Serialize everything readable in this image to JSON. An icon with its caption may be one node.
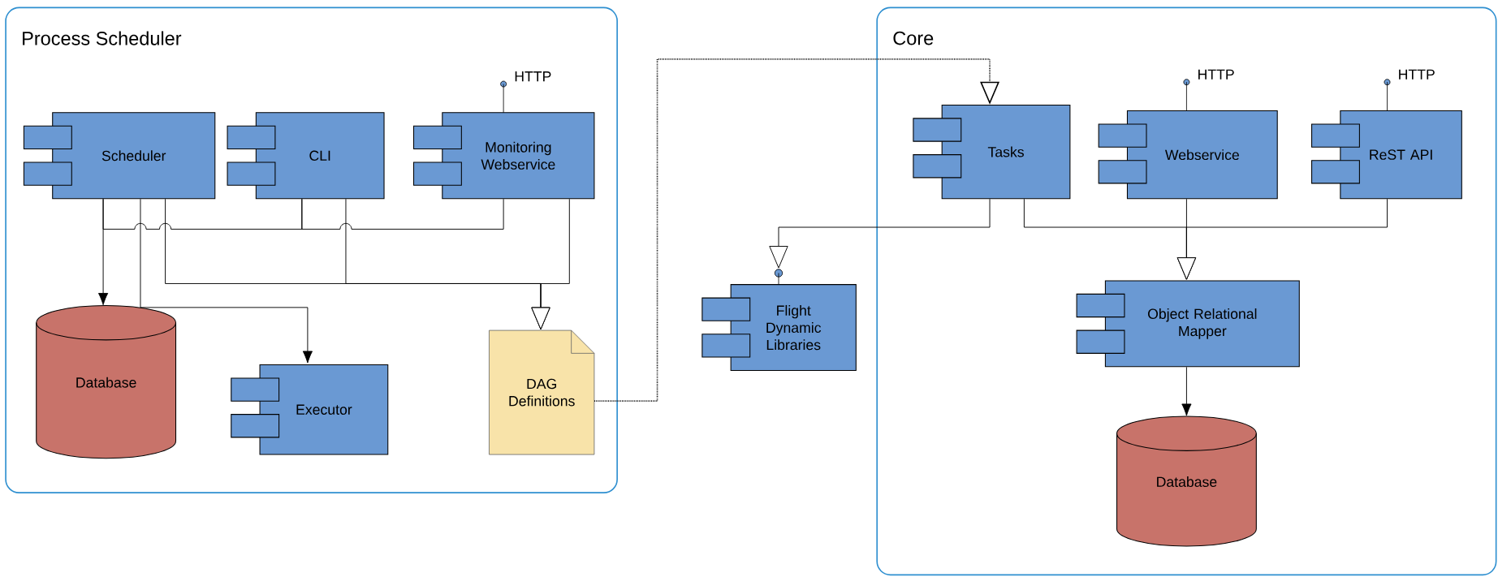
{
  "diagram": {
    "nodes": [
      {
        "text": [
          "Process Scheduler"
        ]
      },
      {
        "text": [
          "Scheduler"
        ],
        "in": 0
      },
      {
        "text": [
          "CLI"
        ],
        "in": 0
      },
      {
        "text": [
          "Monitoring Webservice"
        ],
        "beside": [
          "HTTP"
        ],
        "in": 0
      },
      {
        "text": [
          "Database"
        ],
        "in": 0
      },
      {
        "text": [
          "Executor"
        ],
        "in": 0
      },
      {
        "text": [
          "DAG Definitions"
        ],
        "in": 0
      },
      {
        "text": [
          "Core"
        ]
      },
      {
        "text": [
          "Tasks"
        ],
        "in": 7
      },
      {
        "text": [
          "Webservice"
        ],
        "beside": [
          "HTTP"
        ],
        "in": 7
      },
      {
        "text": [
          "ReST API"
        ],
        "beside": [
          "HTTP"
        ],
        "in": 7
      },
      {
        "text": [
          "Flight Dynamic Libraries"
        ]
      },
      {
        "text": [
          "Object Relational Mapper"
        ],
        "in": 7
      },
      {
        "text": [
          "Database"
        ],
        "in": 7
      }
    ],
    "edges": [
      {
        "from": 1,
        "to": 4,
        "arrow": "to"
      },
      {
        "from": 1,
        "to": 5,
        "arrow": "to"
      },
      {
        "from": 1,
        "to": 2,
        "arrow": "none"
      },
      {
        "from": 2,
        "to": 3,
        "arrow": "none"
      },
      {
        "from": 1,
        "to": 6,
        "arrow": "to"
      },
      {
        "from": 2,
        "to": 6,
        "arrow": "to"
      },
      {
        "from": 3,
        "to": 6,
        "arrow": "to"
      },
      {
        "from": 6,
        "to": 8,
        "arrow": "to",
        "style": "dashed"
      },
      {
        "from": 8,
        "to": 11,
        "arrow": "to"
      },
      {
        "from": 8,
        "to": 12,
        "arrow": "to"
      },
      {
        "from": 9,
        "to": 12,
        "arrow": "to"
      },
      {
        "from": 10,
        "to": 12,
        "arrow": "to"
      },
      {
        "from": 12,
        "to": 13,
        "arrow": "to"
      }
    ]
  }
}
